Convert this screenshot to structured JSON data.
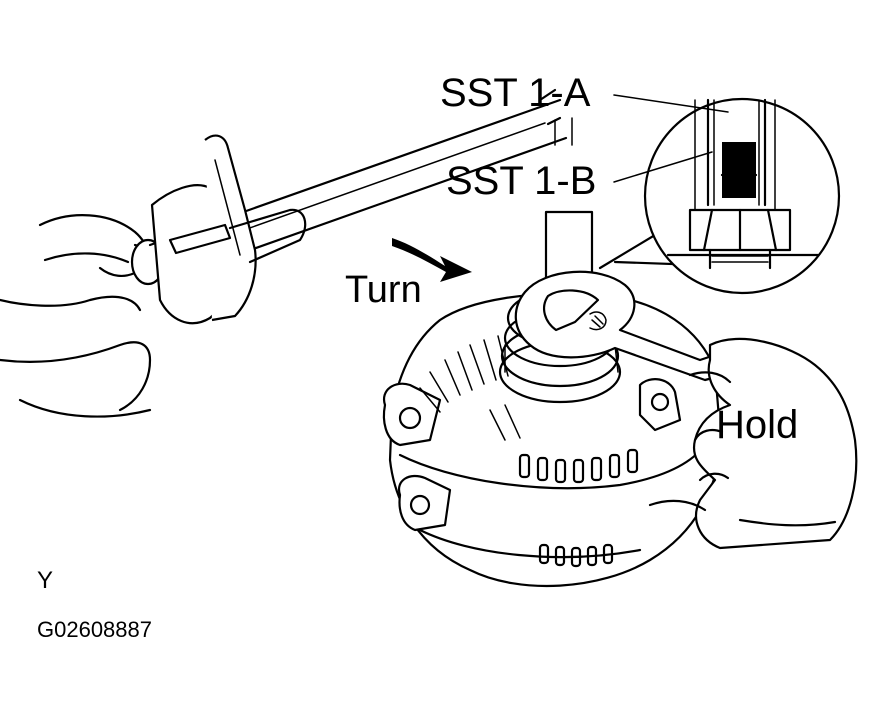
{
  "labels": {
    "sst_a": "SST 1-A",
    "sst_b": "SST 1-B",
    "turn": "Turn",
    "hold": "Hold",
    "corner_mark": "Y",
    "figure_code": "G02608887"
  },
  "colors": {
    "ink": "#000000",
    "paper": "#ffffff"
  }
}
